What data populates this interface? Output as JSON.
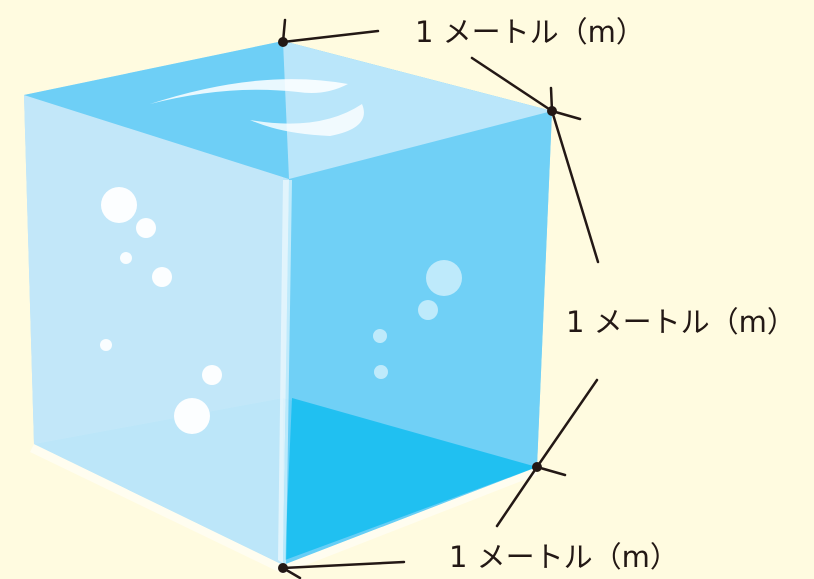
{
  "background_color": "#fffbe0",
  "line_color": "#231815",
  "cube": {
    "top_face_color": "#6ecff6",
    "left_face_color": "#c5e8f9",
    "right_face_color": "#6fcff6",
    "inner_bottom_color": "#14bdf0",
    "bubble_color": "#ffffff"
  },
  "dimensions": {
    "top_label": "1 メートル（m）",
    "right_label": "1 メートル（m）",
    "bottom_label": "1 メートル（m）"
  }
}
